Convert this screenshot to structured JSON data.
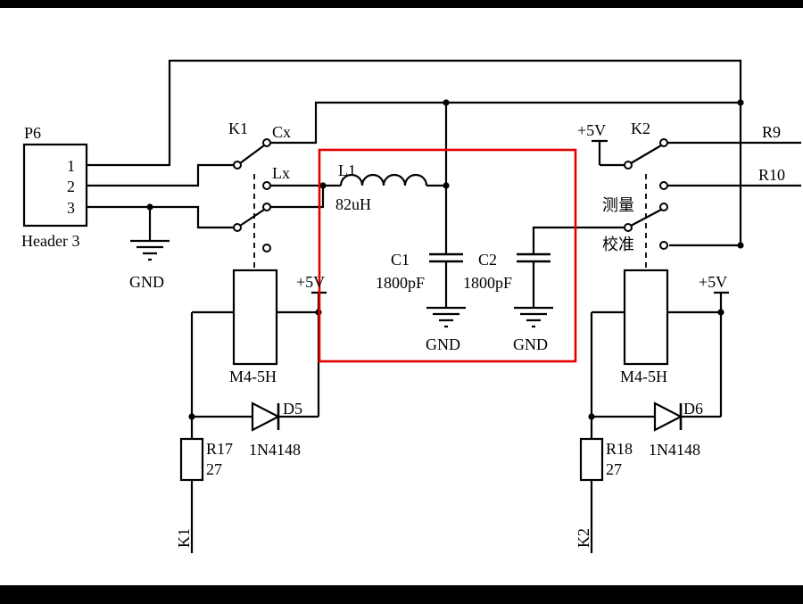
{
  "colors": {
    "wire": "#000000",
    "highlight": "#e00000",
    "background": "#ffffff",
    "bar": "#000000"
  },
  "connector": {
    "designator": "P6",
    "pins": [
      "1",
      "2",
      "3"
    ],
    "part": "Header 3",
    "gnd": "GND"
  },
  "k1": {
    "label": "K1",
    "cx": "Cx",
    "lx": "Lx",
    "coil": "M4-5H",
    "diode": "D5",
    "diode_part": "1N4148",
    "resistor": "R17",
    "resistor_value": "27",
    "control": "K1"
  },
  "k2": {
    "label": "K2",
    "measure": "测量",
    "calibrate": "校准",
    "coil": "M4-5H",
    "diode": "D6",
    "diode_part": "1N4148",
    "resistor": "R18",
    "resistor_value": "27",
    "control": "K2"
  },
  "power": {
    "k2_common": "+5V",
    "k1_coil": "+5V",
    "k2_coil": "+5V"
  },
  "outputs": {
    "r9": "R9",
    "r10": "R10"
  },
  "tank": {
    "inductor": "L1",
    "inductor_value": "82uH",
    "c1": "C1",
    "c1_value": "1800pF",
    "c2": "C2",
    "c2_value": "1800pF",
    "gnd1": "GND",
    "gnd2": "GND"
  }
}
